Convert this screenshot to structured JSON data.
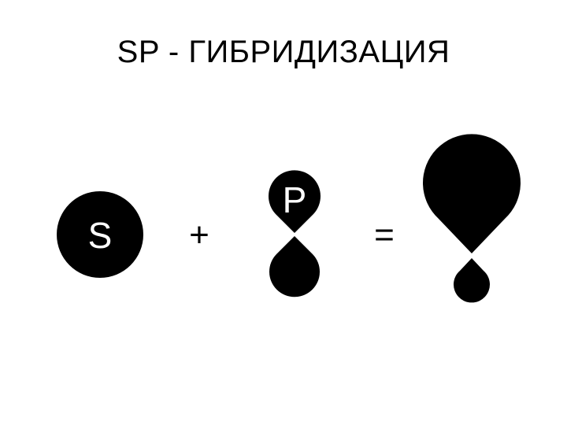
{
  "title": "SP - ГИБРИДИЗАЦИЯ",
  "s_orbital": {
    "label": "S"
  },
  "plus_sign": "+",
  "p_orbital": {
    "label": "P"
  },
  "equals_sign": "=",
  "colors": {
    "orbital_fill": "#000000",
    "background": "#ffffff",
    "label_on_orbital": "#ffffff"
  }
}
